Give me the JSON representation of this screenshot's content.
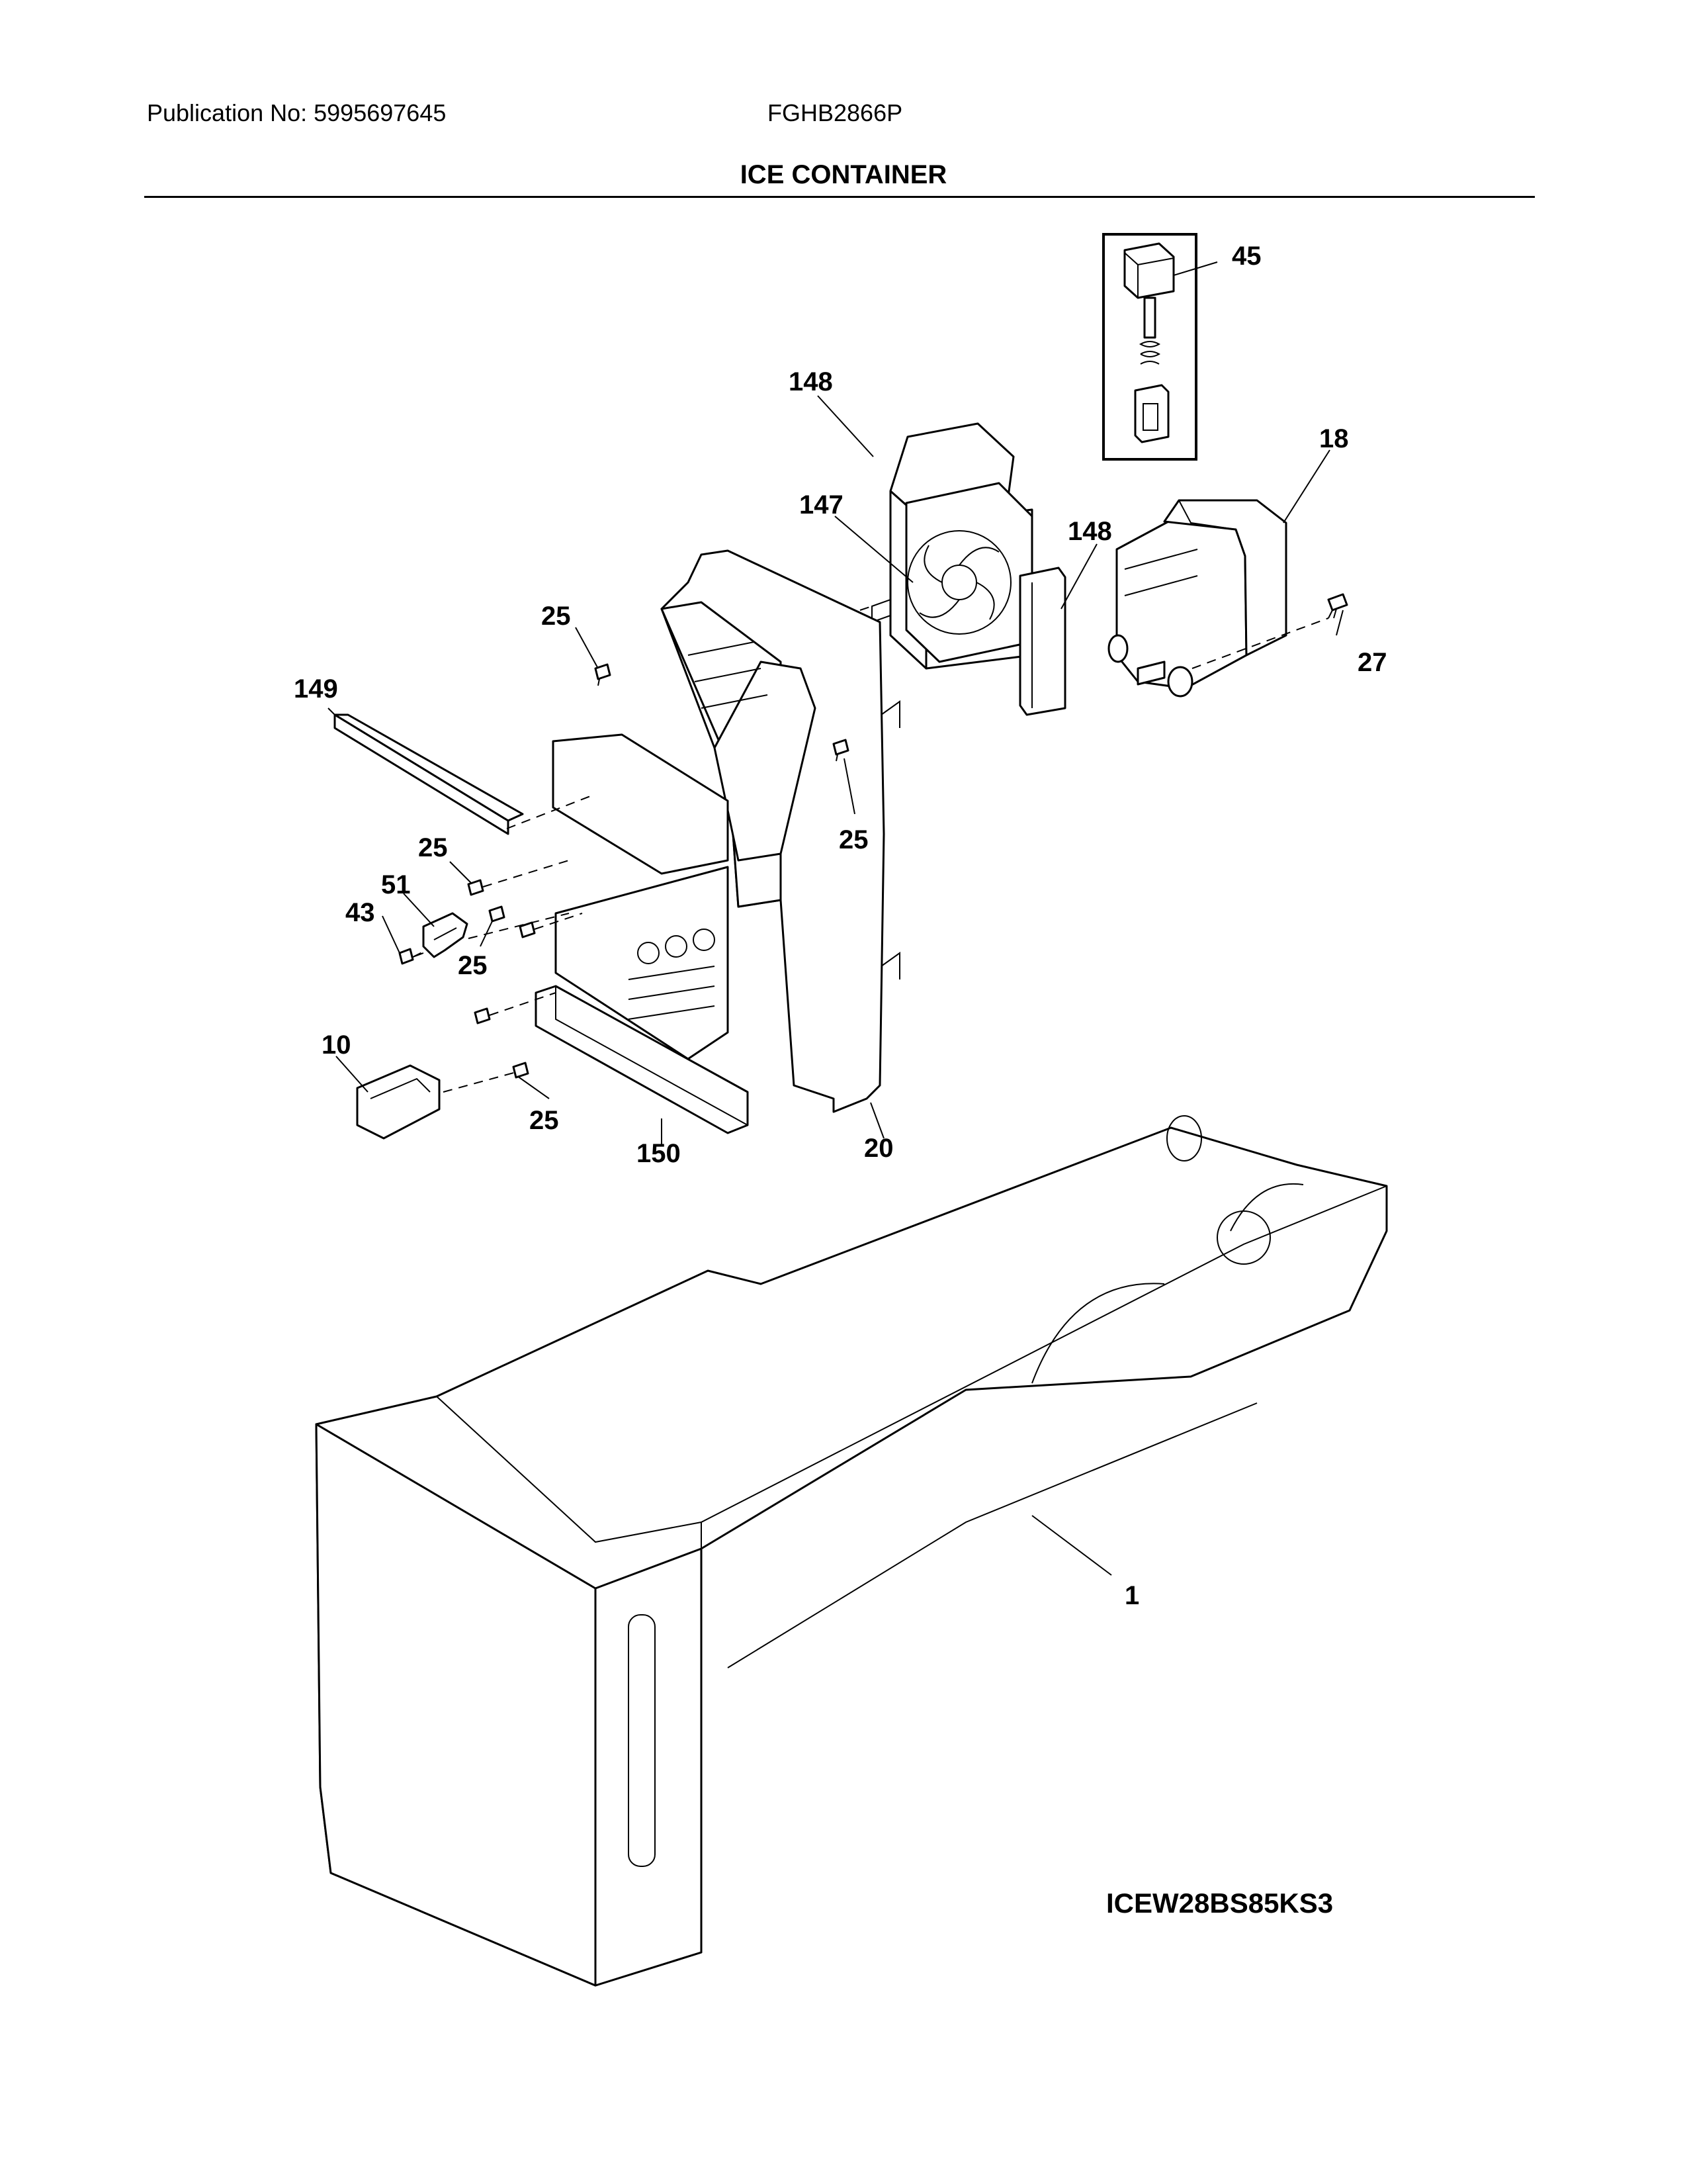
{
  "header": {
    "publication": "Publication No: 5995697645",
    "model": "FGHB2866P"
  },
  "title": "ICE CONTAINER",
  "callouts": {
    "c45": "45",
    "c148a": "148",
    "c18": "18",
    "c147": "147",
    "c148b": "148",
    "c25a": "25",
    "c27": "27",
    "c149": "149",
    "c25b": "25",
    "c25c": "25",
    "c51": "51",
    "c43": "43",
    "c25d": "25",
    "c10": "10",
    "c25e": "25",
    "c150": "150",
    "c20": "20",
    "c1": "1"
  },
  "diagram_code": "ICEW28BS85KS3"
}
